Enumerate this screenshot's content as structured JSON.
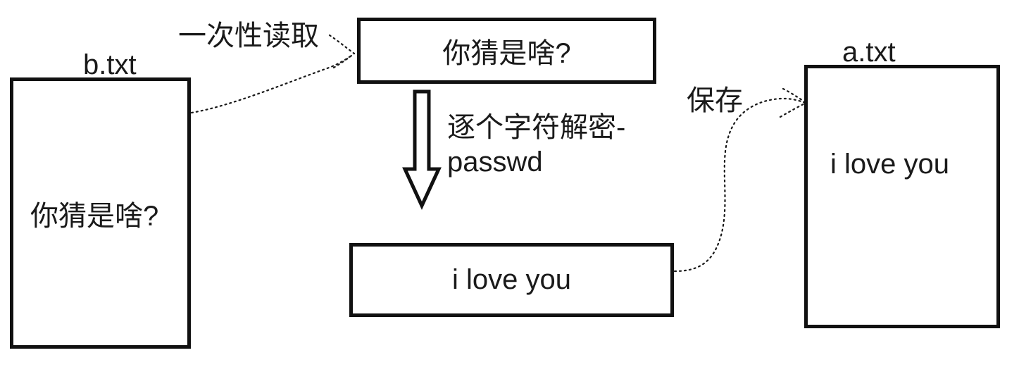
{
  "diagram": {
    "title_hidden": "file decryption flow",
    "background_color": "#ffffff",
    "stroke_color": "#111111",
    "text_color": "#1a1a1a"
  },
  "source_file": {
    "name": "b.txt",
    "content": "你猜是啥?"
  },
  "read_step": {
    "label": "一次性读取"
  },
  "buffer_box": {
    "content": "你猜是啥?"
  },
  "decrypt_step": {
    "line1": "逐个字符解密-",
    "line2": "passwd",
    "arrow_icon": "down-block-arrow"
  },
  "result_box": {
    "content": "i love you"
  },
  "save_step": {
    "label": "保存"
  },
  "target_file": {
    "name": "a.txt",
    "content": "i love you"
  }
}
